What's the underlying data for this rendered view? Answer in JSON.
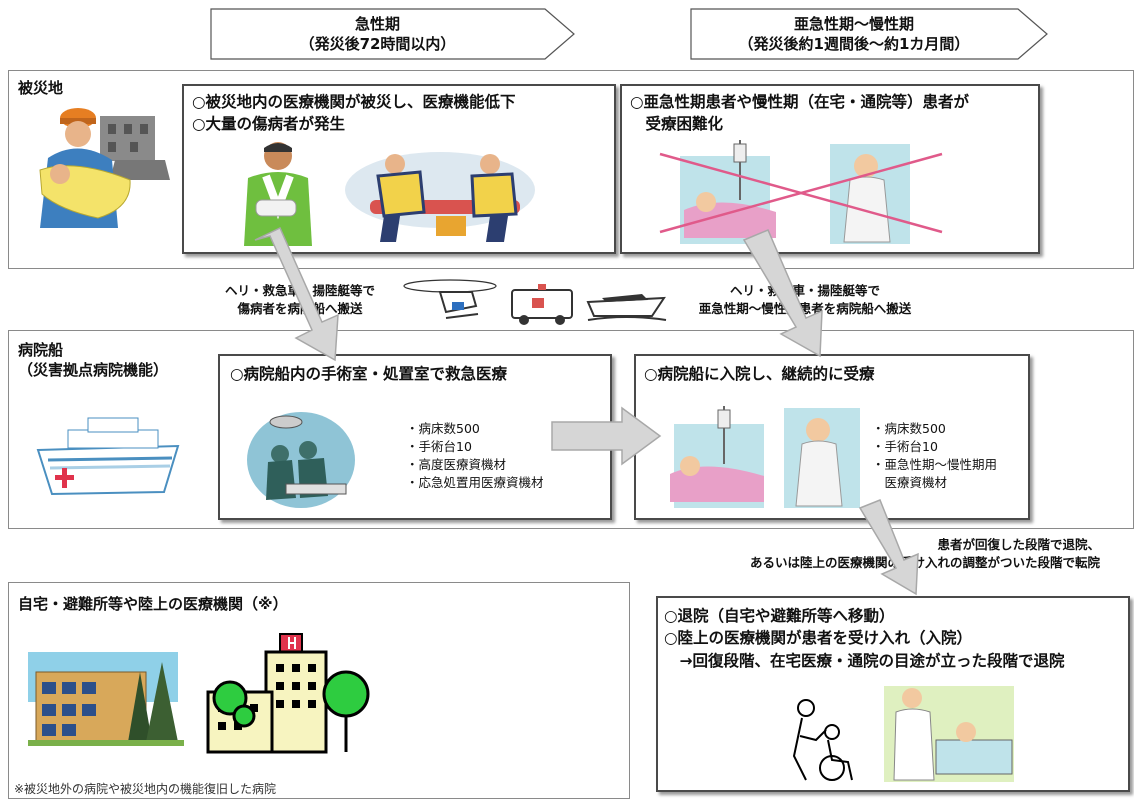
{
  "phases": {
    "acute": {
      "title": "急性期",
      "subtitle": "（発災後72時間以内）"
    },
    "subacute": {
      "title": "亜急性期～慢性期",
      "subtitle": "（発災後約1週間後～約1カ月間）"
    }
  },
  "disaster_area": {
    "label": "被災地",
    "acute_lines": [
      "○被災地内の医療機関が被災し、医療機能低下",
      "○大量の傷病者が発生"
    ],
    "subacute_lines": [
      "○亜急性期患者や慢性期（在宅・通院等）患者が",
      "　受療困難化"
    ]
  },
  "transport": {
    "left": [
      "ヘリ・救急車・揚陸艇等で",
      "傷病者を病院船へ搬送"
    ],
    "right": [
      "ヘリ・救急車・揚陸艇等で",
      "亜急性期～慢性期患者を病院船へ搬送"
    ]
  },
  "hospital_ship": {
    "label_line1": "病院船",
    "label_line2": "（災害拠点病院機能）",
    "acute_title": "○病院船内の手術室・処置室で救急医療",
    "acute_items": [
      "・病床数500",
      "・手術台10",
      "・高度医療資機材",
      "・応急処置用医療資機材"
    ],
    "subacute_title": "○病院船に入院し、継続的に受療",
    "subacute_items": [
      "・病床数500",
      "・手術台10",
      "・亜急性期～慢性期用",
      "　医療資機材"
    ]
  },
  "discharge_note": [
    "患者が回復した段階で退院、",
    "あるいは陸上の医療機関の受け入れの調整がついた段階で転院"
  ],
  "land": {
    "label": "自宅・避難所等や陸上の医療機関（※）",
    "footnote": "※被災地外の病院や被災地内の機能復旧した病院",
    "lines": [
      "○退院（自宅や避難所等へ移動）",
      "○陸上の医療機関が患者を受け入れ（入院）",
      "　→回復段階、在宅医療・通院の目途が立った段階で退院"
    ]
  },
  "colors": {
    "arrow_fill": "#d6d6d6",
    "arrow_stroke": "#a8a8a8",
    "panel_border": "#4a4a4a",
    "cross": "#e05a8a"
  }
}
